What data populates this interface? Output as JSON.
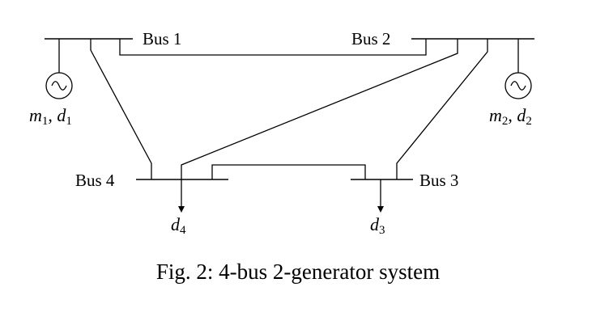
{
  "buses": {
    "bus1": "Bus 1",
    "bus2": "Bus 2",
    "bus3": "Bus 3",
    "bus4": "Bus 4"
  },
  "generators": {
    "g1": {
      "m": "m",
      "m_sub": "1",
      "sep": ", ",
      "d": "d",
      "d_sub": "1"
    },
    "g2": {
      "m": "m",
      "m_sub": "2",
      "sep": ", ",
      "d": "d",
      "d_sub": "2"
    }
  },
  "loads": {
    "d4": {
      "d": "d",
      "sub": "4"
    },
    "d3": {
      "d": "d",
      "sub": "3"
    }
  },
  "caption": "Fig. 2: 4-bus 2-generator system"
}
